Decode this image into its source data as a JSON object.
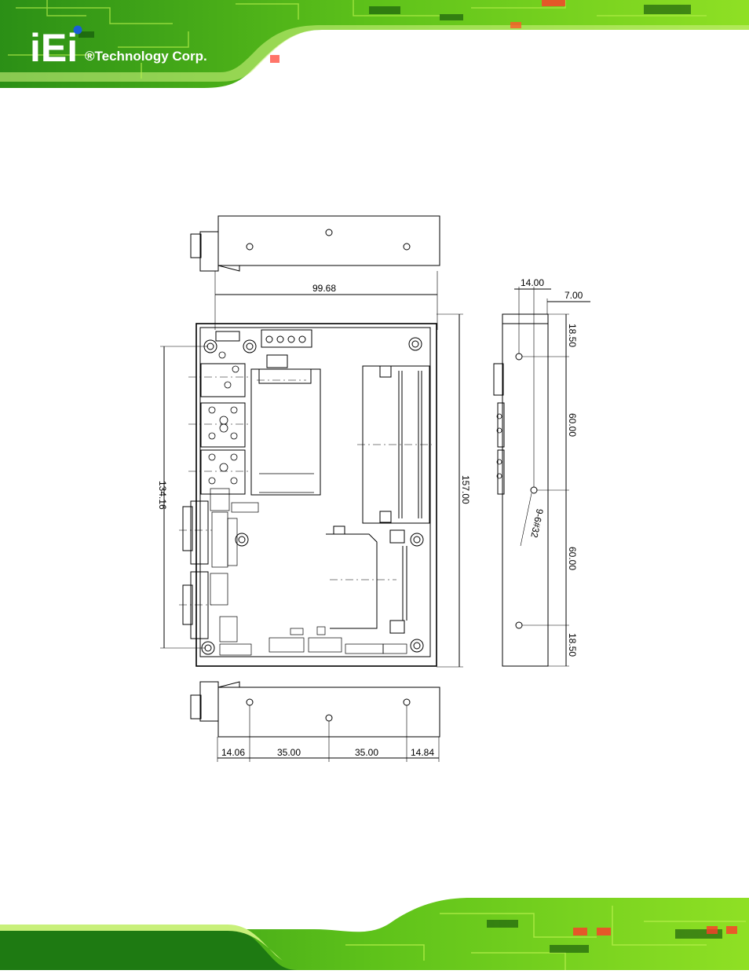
{
  "header": {
    "logo_letters": "iEi",
    "company": "®Technology Corp."
  },
  "colors": {
    "pcb_green": "#7ad81a",
    "pcb_dark": "#1e7a12",
    "logo_blue": "#1a5fd6"
  },
  "dimensions": {
    "top_width": "99.68",
    "board_height": "157.00",
    "hole_span": "134.16",
    "side_14": "14.00",
    "side_7": "7.00",
    "side_top": "18.50",
    "side_mid1": "60.00",
    "side_mid2": "60.00",
    "side_bottom": "18.50",
    "screw_label": "9-6#32",
    "bottom_1": "14.06",
    "bottom_2": "35.00",
    "bottom_3": "35.00",
    "bottom_4": "14.84"
  }
}
